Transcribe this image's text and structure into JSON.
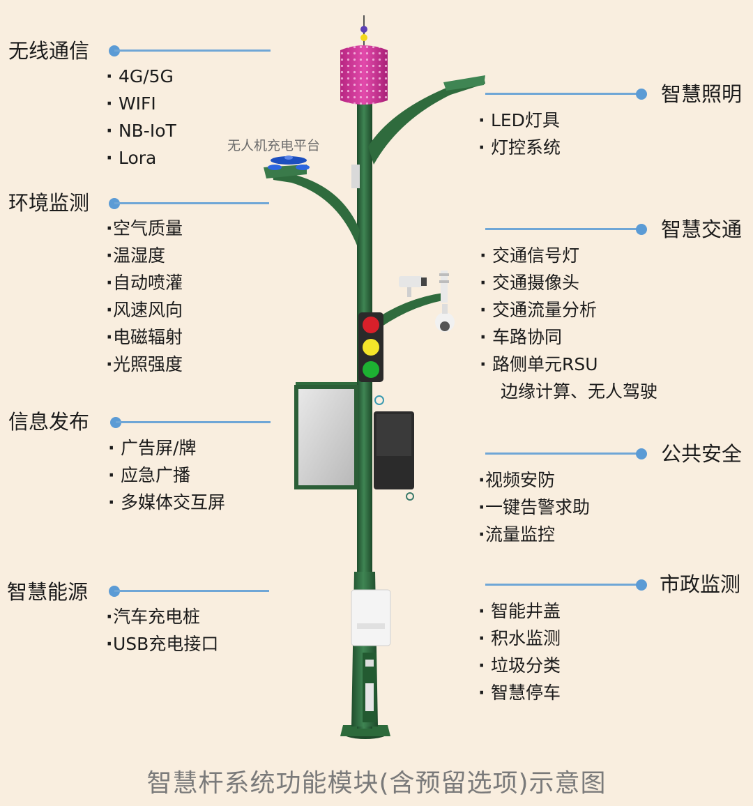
{
  "caption": "智慧杆系统功能模块(含预留选项)示意图",
  "drone_platform_label": "无人机充电平台",
  "colors": {
    "background": "#f9eedf",
    "connector": "#6fa6d6",
    "node": "#5b9bd5",
    "pole": "#2f6b3d",
    "speaker_housing": "#d63a9c"
  },
  "left_sections": [
    {
      "title": "无线通信",
      "items": [
        "4G/5G",
        "WIFI",
        "NB-IoT",
        "Lora"
      ]
    },
    {
      "title": "环境监测",
      "items": [
        "空气质量",
        "温湿度",
        "自动喷灌",
        "风速风向",
        "电磁辐射",
        "光照强度"
      ]
    },
    {
      "title": "信息发布",
      "items": [
        "广告屏/牌",
        "应急广播",
        "多媒体交互屏"
      ]
    },
    {
      "title": "智慧能源",
      "items": [
        "汽车充电桩",
        "USB充电接口"
      ]
    }
  ],
  "right_sections": [
    {
      "title": "智慧照明",
      "items": [
        "LED灯具",
        "灯控系统"
      ]
    },
    {
      "title": "智慧交通",
      "items": [
        "交通信号灯",
        "交通摄像头",
        "交通流量分析",
        "车路协同",
        "路侧单元RSU"
      ],
      "extra": "边缘计算、无人驾驶"
    },
    {
      "title": "公共安全",
      "items": [
        "视频安防",
        "一键告警求助",
        "流量监控"
      ]
    },
    {
      "title": "市政监测",
      "items": [
        "智能井盖",
        "积水监测",
        "垃圾分类",
        "智慧停车"
      ]
    }
  ]
}
